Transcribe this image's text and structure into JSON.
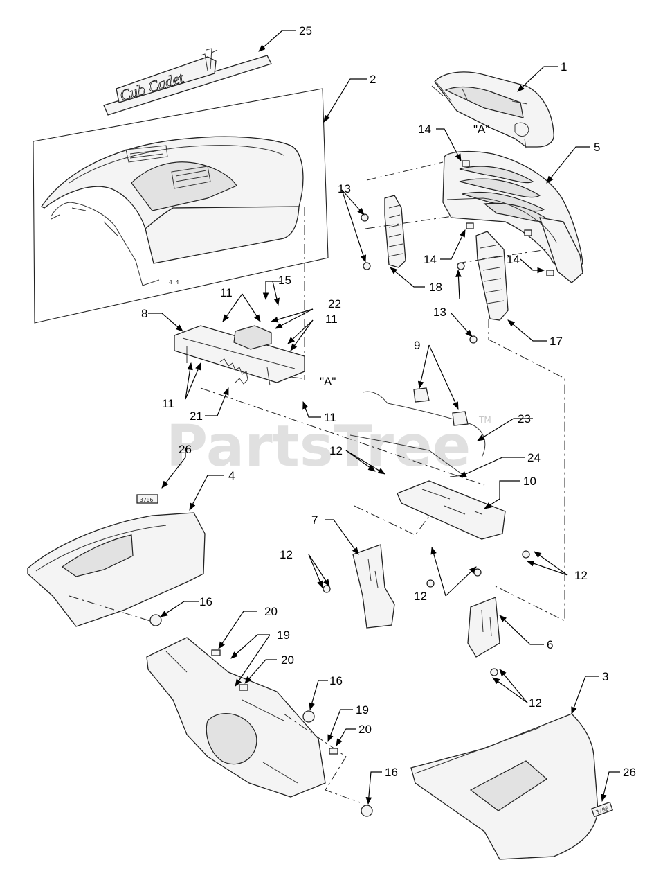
{
  "diagram": {
    "watermark": "PartsTree",
    "watermark_tm": "TM",
    "emblem_text": "Cub Cadet",
    "reference_label": "\"A\"",
    "decal_code": "3706",
    "callouts": [
      "1",
      "2",
      "3",
      "4",
      "5",
      "6",
      "7",
      "8",
      "9",
      "10",
      "11",
      "12",
      "13",
      "14",
      "15",
      "16",
      "17",
      "18",
      "19",
      "20",
      "21",
      "22",
      "23",
      "24",
      "25",
      "26"
    ]
  }
}
